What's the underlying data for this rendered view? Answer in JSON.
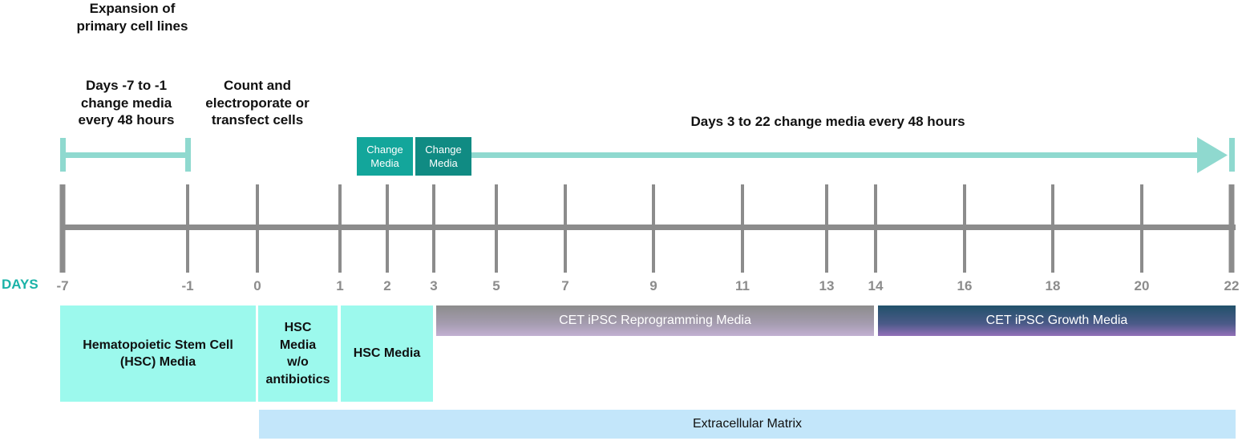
{
  "headers": {
    "expansion": "Expansion of\nprimary cell lines",
    "days_range": "Days -7 to -1\nchange media\nevery 48 hours",
    "count": "Count and\nelectroporate or\ntransfect cells",
    "days3": "Days 3 to 22 change media every 48 hours"
  },
  "change_boxes": [
    "Change\nMedia",
    "Change\nMedia"
  ],
  "days_label": "DAYS",
  "ticks": [
    {
      "day": -7,
      "label": "-7"
    },
    {
      "day": -1,
      "label": "-1"
    },
    {
      "day": 0,
      "label": "0"
    },
    {
      "day": 1,
      "label": "1"
    },
    {
      "day": 2,
      "label": "2"
    },
    {
      "day": 3,
      "label": "3"
    },
    {
      "day": 5,
      "label": "5"
    },
    {
      "day": 7,
      "label": "7"
    },
    {
      "day": 9,
      "label": "9"
    },
    {
      "day": 11,
      "label": "11"
    },
    {
      "day": 13,
      "label": "13"
    },
    {
      "day": 14,
      "label": "14"
    },
    {
      "day": 16,
      "label": "16"
    },
    {
      "day": 18,
      "label": "18"
    },
    {
      "day": 20,
      "label": "20"
    },
    {
      "day": 22,
      "label": "22"
    }
  ],
  "media": {
    "hsc": "Hematopoietic Stem Cell\n(HSC) Media",
    "hsc_noab": "HSC\nMedia\nw/o\nantibiotics",
    "hsc2": "HSC Media",
    "reprog": "CET iPSC Reprogramming Media",
    "growth": "CET iPSC Growth Media",
    "ecm": "Extracellular Matrix"
  },
  "colors": {
    "axis": "#8c8c8c",
    "bracket": "#8fd9cf",
    "days_label": "#1bb3a8"
  }
}
